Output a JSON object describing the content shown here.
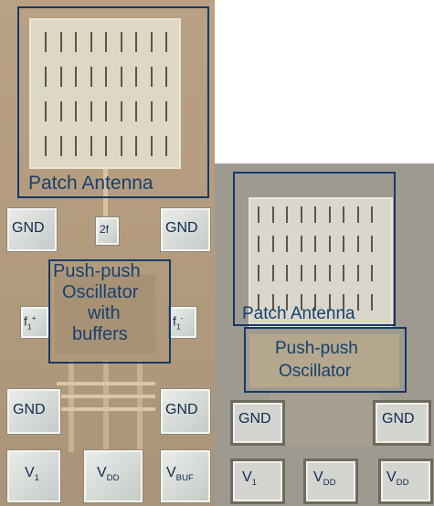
{
  "left_chip": {
    "antenna_label": "Patch Antenna",
    "oscillator_label": [
      "Push-push",
      "Oscillator",
      "with",
      "buffers"
    ],
    "pads": {
      "gnd_top_left": "GND",
      "gnd_top_right": "GND",
      "output_2f": "2f",
      "f1_plus": "f",
      "f1_plus_sub": "1",
      "f1_plus_sup": "+",
      "f1_minus": "f",
      "f1_minus_sub": "1",
      "f1_minus_sup": "-",
      "gnd_bottom_left": "GND",
      "gnd_bottom_right": "GND",
      "v1": "V",
      "v1_sub": "1",
      "vdd": "V",
      "vdd_sub": "DD",
      "vbuf": "V",
      "vbuf_sub": "BUF"
    }
  },
  "right_chip": {
    "antenna_label": "Patch Antenna",
    "oscillator_label": [
      "Push-push",
      "Oscillator"
    ],
    "pads": {
      "gnd_left": "GND",
      "gnd_right": "GND",
      "v1": "V",
      "v1_sub": "1",
      "vdd_1": "V",
      "vdd_1_sub": "DD",
      "vdd_2": "V",
      "vdd_2_sub": "DD"
    }
  },
  "colors": {
    "annotation_blue": "#16406f",
    "left_substrate": "#b59c7e",
    "right_substrate": "#9e9a90",
    "pad_metal": "#d4d5d0"
  }
}
